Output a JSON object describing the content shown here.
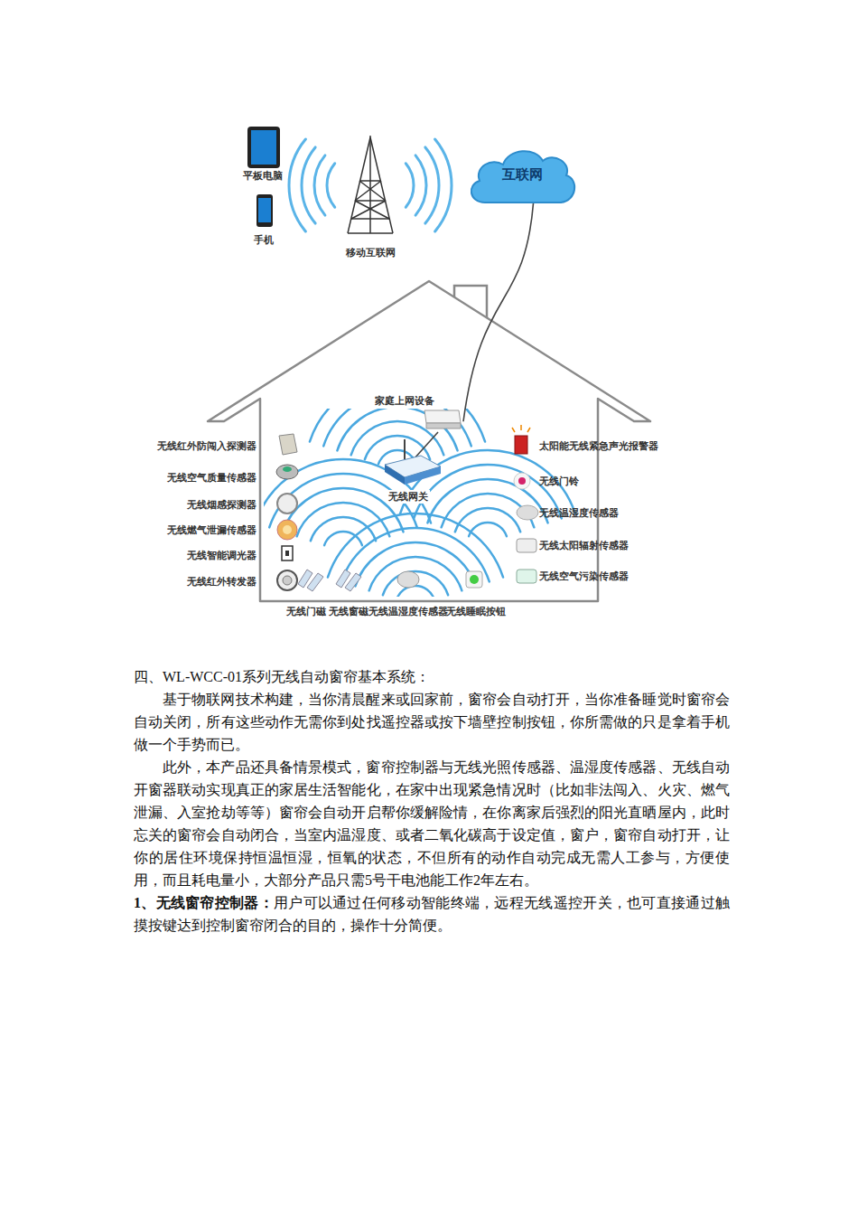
{
  "diagram": {
    "nodes": [
      {
        "text": [
          "互联网"
        ]
      },
      {
        "text": [
          "家庭上网设备"
        ]
      },
      {
        "text": [
          "无线网关"
        ]
      }
    ],
    "edges": [
      {
        "from": 0,
        "to": 1,
        "arrow": "none"
      },
      {
        "from": 1,
        "to": 2,
        "arrow": "none"
      }
    ],
    "labels": [
      "平板电脑",
      "手机",
      "移动互联网",
      "无线红外防闯入探测器",
      "无线空气质量传感器",
      "无线烟感探测器",
      "无线燃气泄漏传感器",
      "无线智能调光器",
      "无线红外转发器",
      "太阳能无线紧急声光报警器",
      "无线门铃",
      "无线温湿度传感器",
      "无线太阳辐射传感器",
      "无线空气污染传感器",
      "无线门磁",
      "无线窗磁",
      "无线温湿度传感器",
      "无线睡眠按钮",
      "四、WL-WCC-01系列无线自动窗帘基本系统：",
      "基于物联网技术构建，当你清晨醒来或回家前，窗帘会自动打开，当你准备睡觉时窗帘会自动关闭，所有这些动作无需你到处找遥控器或按下墙壁控制按钮，你所需做的只是拿着手机做一个手势而已。",
      "此外，本产品还具备情景模式，窗帘控制器与无线光照传感器、温湿度传感器、无线自动开窗器联动实现真正的家居生活智能化，在家中出现紧急情况时（比如非法闯入、火灾、燃气泄漏、入室抢劫等等）窗帘会自动开启帮你缓解险情，在你离家后强烈的阳光直晒屋内，此时忘关的窗帘会自动闭合，当室内温湿度、或者二氧化碳高于设定值，窗户，窗帘自动打开，让你的居住环境保持恒温恒湿，恒氧的状态，不但所有的动作自动完成无需人工参与，方便使用，而且耗电量小，大部分产品只需5号干电池能工作2年左右。",
      "1、无线窗帘控制器：",
      "用户可以通过任何移动智能终端，远程无线遥控开关，也可直接通过触摸按键达到控制窗帘闭合的目的，操作十分简便。"
    ]
  }
}
